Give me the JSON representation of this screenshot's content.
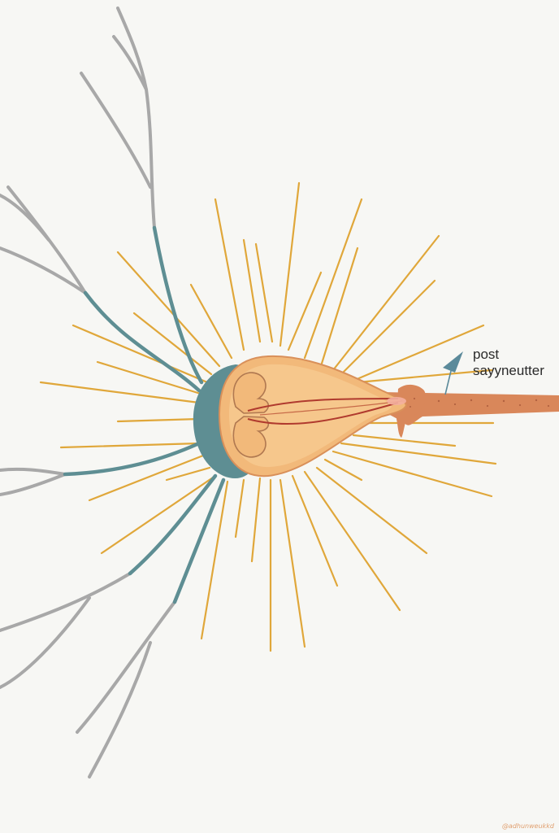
{
  "diagram": {
    "label": {
      "line1": "post",
      "line2": "sayyneutter"
    },
    "watermark": "@adhunweukkd"
  },
  "colors": {
    "background": "#f7f7f4",
    "dendrite_gray": "#a8a8a8",
    "dendrite_teal": "#5e8e93",
    "ray_gold": "#e0a73a",
    "soma_orange": "#f2b97a",
    "axon_brown": "#d9875a",
    "nerve_red": "#b03a2e",
    "arrow_teal": "#5b8a9a"
  }
}
